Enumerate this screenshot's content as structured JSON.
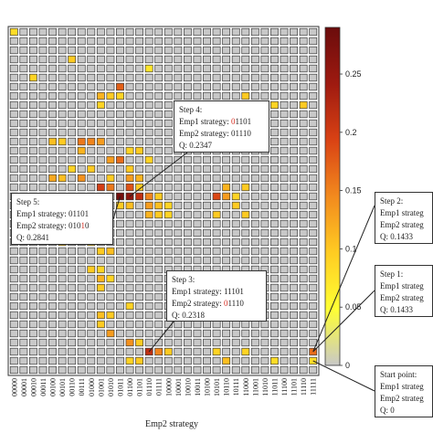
{
  "chart_data": {
    "type": "heatmap",
    "xlabel": "Emp2 strategy",
    "x_categories": [
      "00000",
      "00001",
      "00010",
      "00011",
      "00100",
      "00101",
      "00110",
      "00111",
      "01000",
      "01001",
      "01010",
      "01011",
      "01100",
      "01101",
      "01110",
      "01111",
      "10000",
      "10001",
      "10010",
      "10011",
      "10100",
      "10101",
      "10110",
      "10111",
      "11000",
      "11001",
      "11010",
      "11011",
      "11100",
      "11101",
      "11110",
      "11111"
    ],
    "colorbar": {
      "min": 0,
      "max": 0.29,
      "ticks": [
        0,
        0.05,
        0.1,
        0.15,
        0.2,
        0.25
      ],
      "tick_labels": [
        "0",
        "0.05",
        "0.1",
        "0.15",
        "0.2",
        "0.25"
      ],
      "colors": [
        "#c8c8c8",
        "#ffff33",
        "#ffcc22",
        "#f28a1e",
        "#d94214",
        "#9e1a10",
        "#6b0c0c"
      ]
    },
    "cells": [
      {
        "x": 0,
        "y": 0,
        "v": 0.04
      },
      {
        "x": 6,
        "y": 3,
        "v": 0.06
      },
      {
        "x": 2,
        "y": 5,
        "v": 0.05
      },
      {
        "x": 14,
        "y": 4,
        "v": 0.03
      },
      {
        "x": 11,
        "y": 6,
        "v": 0.15
      },
      {
        "x": 9,
        "y": 7,
        "v": 0.08
      },
      {
        "x": 10,
        "y": 7,
        "v": 0.06
      },
      {
        "x": 11,
        "y": 7,
        "v": 0.05
      },
      {
        "x": 9,
        "y": 8,
        "v": 0.05
      },
      {
        "x": 24,
        "y": 7,
        "v": 0.06
      },
      {
        "x": 27,
        "y": 8,
        "v": 0.05
      },
      {
        "x": 30,
        "y": 8,
        "v": 0.06
      },
      {
        "x": 4,
        "y": 12,
        "v": 0.07
      },
      {
        "x": 5,
        "y": 12,
        "v": 0.06
      },
      {
        "x": 7,
        "y": 12,
        "v": 0.13
      },
      {
        "x": 8,
        "y": 12,
        "v": 0.12
      },
      {
        "x": 9,
        "y": 12,
        "v": 0.1
      },
      {
        "x": 7,
        "y": 13,
        "v": 0.08
      },
      {
        "x": 12,
        "y": 13,
        "v": 0.05
      },
      {
        "x": 13,
        "y": 13,
        "v": 0.06
      },
      {
        "x": 10,
        "y": 14,
        "v": 0.1
      },
      {
        "x": 11,
        "y": 14,
        "v": 0.14
      },
      {
        "x": 14,
        "y": 14,
        "v": 0.05
      },
      {
        "x": 6,
        "y": 15,
        "v": 0.05
      },
      {
        "x": 8,
        "y": 15,
        "v": 0.06
      },
      {
        "x": 12,
        "y": 15,
        "v": 0.06
      },
      {
        "x": 4,
        "y": 16,
        "v": 0.09
      },
      {
        "x": 5,
        "y": 16,
        "v": 0.07
      },
      {
        "x": 7,
        "y": 16,
        "v": 0.11
      },
      {
        "x": 10,
        "y": 16,
        "v": 0.06
      },
      {
        "x": 12,
        "y": 16,
        "v": 0.1
      },
      {
        "x": 13,
        "y": 16,
        "v": 0.08
      },
      {
        "x": 9,
        "y": 17,
        "v": 0.18
      },
      {
        "x": 10,
        "y": 17,
        "v": 0.13
      },
      {
        "x": 12,
        "y": 17,
        "v": 0.16
      },
      {
        "x": 13,
        "y": 17,
        "v": 0.06
      },
      {
        "x": 22,
        "y": 17,
        "v": 0.08
      },
      {
        "x": 24,
        "y": 17,
        "v": 0.06
      },
      {
        "x": 11,
        "y": 18,
        "v": 0.28
      },
      {
        "x": 12,
        "y": 18,
        "v": 0.25
      },
      {
        "x": 13,
        "y": 18,
        "v": 0.2
      },
      {
        "x": 14,
        "y": 18,
        "v": 0.12
      },
      {
        "x": 15,
        "y": 18,
        "v": 0.06
      },
      {
        "x": 21,
        "y": 18,
        "v": 0.17
      },
      {
        "x": 22,
        "y": 18,
        "v": 0.1
      },
      {
        "x": 23,
        "y": 18,
        "v": 0.05
      },
      {
        "x": 11,
        "y": 19,
        "v": 0.06
      },
      {
        "x": 12,
        "y": 19,
        "v": 0.07
      },
      {
        "x": 14,
        "y": 19,
        "v": 0.1
      },
      {
        "x": 15,
        "y": 19,
        "v": 0.07
      },
      {
        "x": 16,
        "y": 19,
        "v": 0.05
      },
      {
        "x": 23,
        "y": 19,
        "v": 0.06
      },
      {
        "x": 14,
        "y": 20,
        "v": 0.08
      },
      {
        "x": 15,
        "y": 20,
        "v": 0.06
      },
      {
        "x": 16,
        "y": 20,
        "v": 0.05
      },
      {
        "x": 21,
        "y": 20,
        "v": 0.06
      },
      {
        "x": 24,
        "y": 20,
        "v": 0.06
      },
      {
        "x": 5,
        "y": 23,
        "v": 0.06
      },
      {
        "x": 8,
        "y": 23,
        "v": 0.05
      },
      {
        "x": 9,
        "y": 24,
        "v": 0.06
      },
      {
        "x": 10,
        "y": 24,
        "v": 0.07
      },
      {
        "x": 8,
        "y": 26,
        "v": 0.06
      },
      {
        "x": 9,
        "y": 26,
        "v": 0.05
      },
      {
        "x": 9,
        "y": 27,
        "v": 0.08
      },
      {
        "x": 10,
        "y": 27,
        "v": 0.05
      },
      {
        "x": 9,
        "y": 28,
        "v": 0.06
      },
      {
        "x": 12,
        "y": 30,
        "v": 0.05
      },
      {
        "x": 9,
        "y": 31,
        "v": 0.07
      },
      {
        "x": 10,
        "y": 31,
        "v": 0.06
      },
      {
        "x": 9,
        "y": 32,
        "v": 0.06
      },
      {
        "x": 10,
        "y": 33,
        "v": 0.1
      },
      {
        "x": 12,
        "y": 34,
        "v": 0.11
      },
      {
        "x": 13,
        "y": 34,
        "v": 0.06
      },
      {
        "x": 14,
        "y": 35,
        "v": 0.2
      },
      {
        "x": 15,
        "y": 35,
        "v": 0.12
      },
      {
        "x": 16,
        "y": 35,
        "v": 0.06
      },
      {
        "x": 21,
        "y": 35,
        "v": 0.05
      },
      {
        "x": 24,
        "y": 35,
        "v": 0.05
      },
      {
        "x": 12,
        "y": 36,
        "v": 0.05
      },
      {
        "x": 13,
        "y": 36,
        "v": 0.06
      },
      {
        "x": 22,
        "y": 36,
        "v": 0.07
      },
      {
        "x": 27,
        "y": 36,
        "v": 0.04
      },
      {
        "x": 31,
        "y": 35,
        "v": 0.14
      },
      {
        "x": 31,
        "y": 36,
        "v": 0.04
      }
    ]
  },
  "annotations": [
    {
      "id": "step4",
      "lines": [
        {
          "label": "Step 4:"
        },
        {
          "label": "Emp1 strategy: ",
          "pre": "",
          "red": "0",
          "post": "1101"
        },
        {
          "label": "Emp2 strategy: 01110"
        },
        {
          "label": "Q: 0.2347"
        }
      ]
    },
    {
      "id": "step5",
      "lines": [
        {
          "label": "Step 5:"
        },
        {
          "label": "Emp1 strategy: 01101"
        },
        {
          "label": "Emp2 strategy: ",
          "pre": "010",
          "red": "1",
          "post": "0"
        },
        {
          "label": "Q: 0.2841"
        }
      ]
    },
    {
      "id": "step3",
      "lines": [
        {
          "label": "Step 3:"
        },
        {
          "label": "Emp1 strategy: 11101"
        },
        {
          "label": "Emp2 strategy: ",
          "pre": "",
          "red": "0",
          "post": "1110"
        },
        {
          "label": "Q: 0.2318"
        }
      ]
    },
    {
      "id": "step2",
      "lines": [
        {
          "label": "Step 2:"
        },
        {
          "label": "Emp1 strateg"
        },
        {
          "label": "Emp2 strateg"
        },
        {
          "label": "Q: 0.1433"
        }
      ]
    },
    {
      "id": "step1",
      "lines": [
        {
          "label": "Step 1:"
        },
        {
          "label": "Emp1 strateg"
        },
        {
          "label": "Emp2 strateg"
        },
        {
          "label": "Q: 0.1433"
        }
      ]
    },
    {
      "id": "start",
      "lines": [
        {
          "label": "Start point:"
        },
        {
          "label": "Emp1 strateg"
        },
        {
          "label": "Emp2 strateg"
        },
        {
          "label": "Q: 0"
        }
      ]
    }
  ]
}
